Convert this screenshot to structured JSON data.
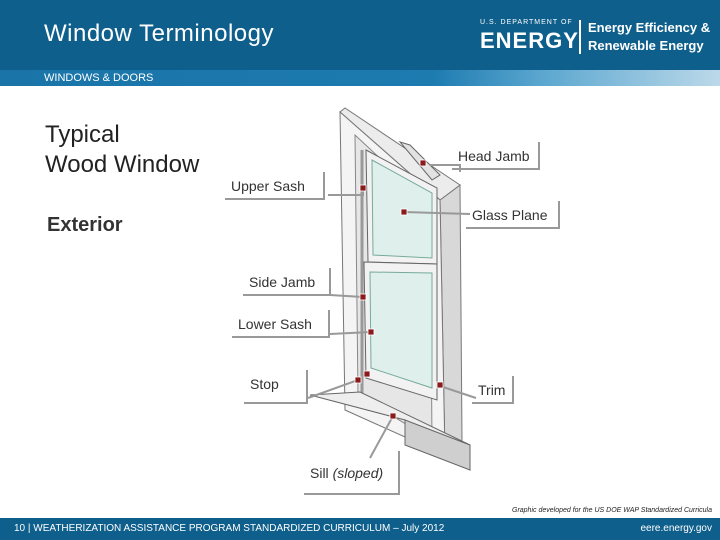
{
  "header": {
    "title": "Window Terminology",
    "logo_top": "U.S. DEPARTMENT OF",
    "logo_main": "ENERGY",
    "logo_line1": "Energy Efficiency &",
    "logo_line2": "Renewable Energy"
  },
  "section_label": "WINDOWS & DOORS",
  "heading_line1": "Typical",
  "heading_line2": "Wood Window",
  "exterior_label": "Exterior",
  "callouts": {
    "head_jamb": "Head Jamb",
    "upper_sash": "Upper Sash",
    "glass_plane": "Glass Plane",
    "side_jamb": "Side Jamb",
    "lower_sash": "Lower Sash",
    "stop": "Stop",
    "trim": "Trim",
    "sill": "Sill",
    "sill_note": "(sloped)"
  },
  "credit": "Graphic developed for the US DOE WAP Standardized Curricula",
  "footer": {
    "left": "10 | WEATHERIZATION ASSISTANCE PROGRAM STANDARDIZED CURRICULUM – July 2012",
    "right": "eere.energy.gov"
  },
  "colors": {
    "brand_blue": "#0f5f8c",
    "marker_red": "#8b1a1a",
    "glass": "#dff0ec"
  }
}
